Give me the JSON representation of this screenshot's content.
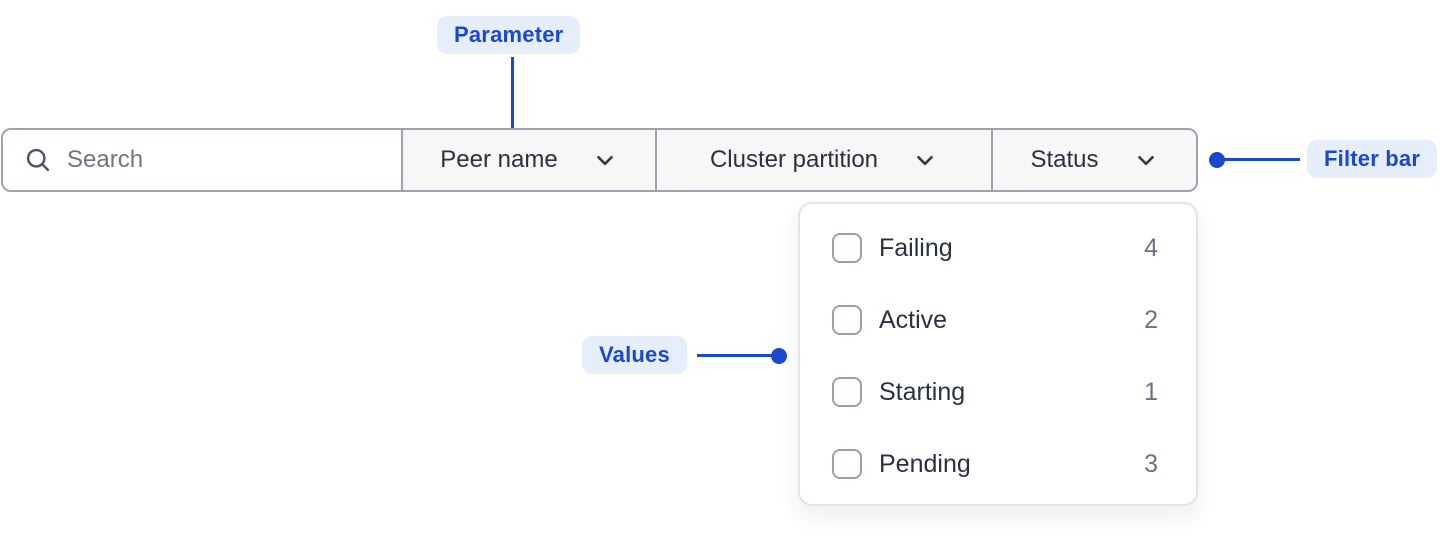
{
  "annotations": {
    "parameter": {
      "label": "Parameter"
    },
    "filter_bar": {
      "label": "Filter bar"
    },
    "values": {
      "label": "Values"
    }
  },
  "filter_bar": {
    "search": {
      "placeholder": "Search",
      "icon": "search-icon"
    },
    "dropdowns": [
      {
        "label": "Peer name",
        "icon": "chevron-down-icon"
      },
      {
        "label": "Cluster partition",
        "icon": "chevron-down-icon"
      },
      {
        "label": "Status",
        "icon": "chevron-down-icon"
      }
    ]
  },
  "dropdown_panel": {
    "parent": "Status",
    "items": [
      {
        "label": "Failing",
        "count": "4",
        "checked": false
      },
      {
        "label": "Active",
        "count": "2",
        "checked": false
      },
      {
        "label": "Starting",
        "count": "1",
        "checked": false
      },
      {
        "label": "Pending",
        "count": "3",
        "checked": false
      }
    ]
  },
  "colors": {
    "accent_blue": "#1b48cf",
    "annotation_pill_bg": "#e7eefb",
    "bar_border": "#9ca3af",
    "dropdown_section_bg": "#f7f7f8",
    "panel_border": "#e4e4e8",
    "text_primary": "#2a3240",
    "text_muted": "#6b7280"
  }
}
